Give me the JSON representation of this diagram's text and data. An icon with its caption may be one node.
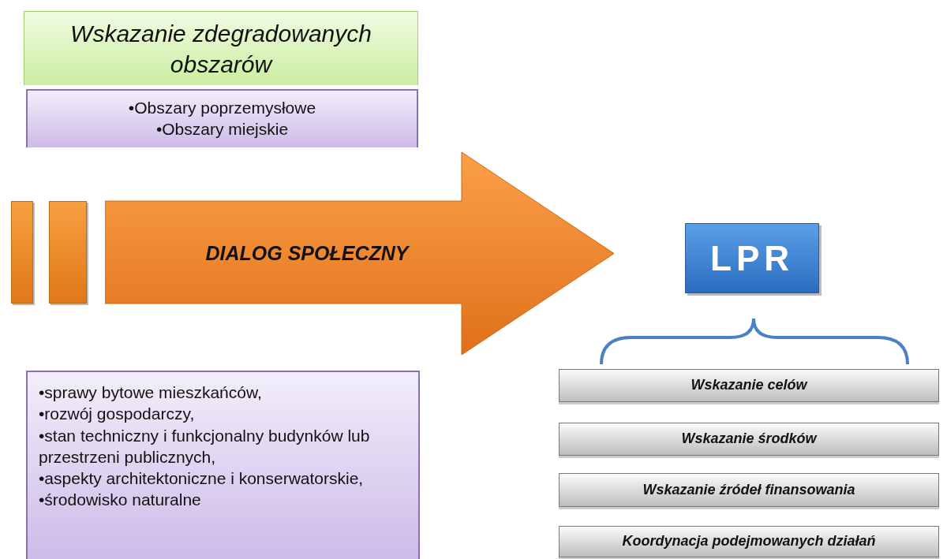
{
  "diagram": {
    "nodes": [
      {
        "text": [
          "Wskazanie zdegradowanych obszarów"
        ]
      },
      {
        "text": [
          "•Obszary poprzemysłowe",
          "•Obszary miejskie"
        ]
      },
      {
        "text": [],
        "shape": "bar"
      },
      {
        "text": [],
        "shape": "bar"
      },
      {
        "text": [
          "DIALOG SPOŁECZNY"
        ]
      },
      {
        "text": [
          "LPR"
        ]
      },
      {
        "text": [
          "Wskazanie celów"
        ]
      },
      {
        "text": [
          "Wskazanie środków"
        ]
      },
      {
        "text": [
          "Wskazanie źródeł finansowania"
        ]
      },
      {
        "text": [
          "Koordynacja podejmowanych działań"
        ]
      },
      {
        "text": [
          "•sprawy bytowe mieszkańców,",
          "•rozwój gospodarczy,",
          "•stan techniczny i funkcjonalny budynków lub przestrzeni publicznych,",
          "•aspekty architektoniczne i konserwatorskie,",
          "•środowisko naturalne"
        ]
      }
    ]
  }
}
